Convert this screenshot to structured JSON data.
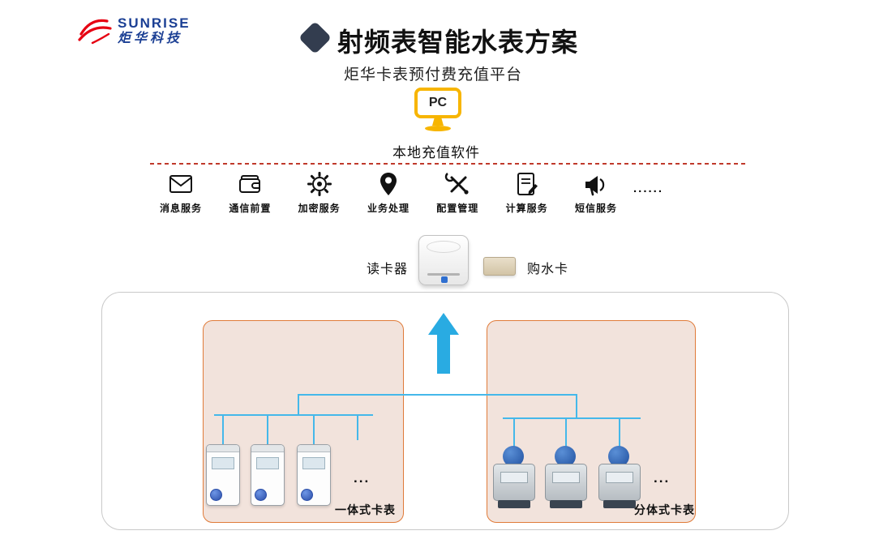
{
  "header": {
    "brand": "SUNRISE",
    "brand_cn": "炬华科技",
    "title": "射频表智能水表方案",
    "subtitle": "炬华卡表预付费充值平台"
  },
  "platform": {
    "pc_label": "PC",
    "software_label": "本地充值软件"
  },
  "services": {
    "items": [
      {
        "label": "消息服务",
        "icon": "envelope-icon"
      },
      {
        "label": "通信前置",
        "icon": "wallet-icon"
      },
      {
        "label": "加密服务",
        "icon": "gear-icon"
      },
      {
        "label": "业务处理",
        "icon": "location-pin-icon"
      },
      {
        "label": "配置管理",
        "icon": "crossed-tools-icon"
      },
      {
        "label": "计算服务",
        "icon": "document-edit-icon"
      },
      {
        "label": "短信服务",
        "icon": "megaphone-icon"
      }
    ],
    "ellipsis": "......"
  },
  "recharge": {
    "card_reader_label": "读卡器",
    "water_card_label": "购水卡"
  },
  "meter_groups": {
    "integrated_label": "一体式卡表",
    "split_label": "分体式卡表",
    "ellipsis": "..."
  },
  "colors": {
    "accent_blue": "#29abe2",
    "bus_line_blue": "#45b8ea",
    "orange_border": "#e07b39",
    "group_fill": "#f2e3dc",
    "monitor_yellow": "#f7b500",
    "dashed_red": "#c0392b",
    "brand_blue": "#1b3f94",
    "brand_red": "#e60012"
  }
}
